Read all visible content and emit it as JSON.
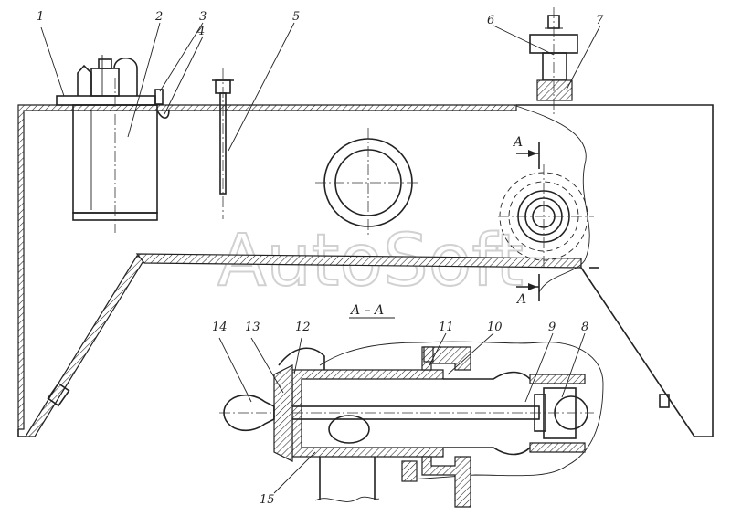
{
  "callouts": {
    "c1": "1",
    "c2": "2",
    "c3": "3",
    "c4": "4",
    "c5": "5",
    "c6": "6",
    "c7": "7",
    "c8": "8",
    "c9": "9",
    "c10": "10",
    "c11": "11",
    "c12": "12",
    "c13": "13",
    "c14": "14",
    "c15": "15"
  },
  "section": {
    "title": "A – A",
    "mark_top": "A",
    "mark_bottom": "A"
  },
  "watermark": "AutoSoft"
}
